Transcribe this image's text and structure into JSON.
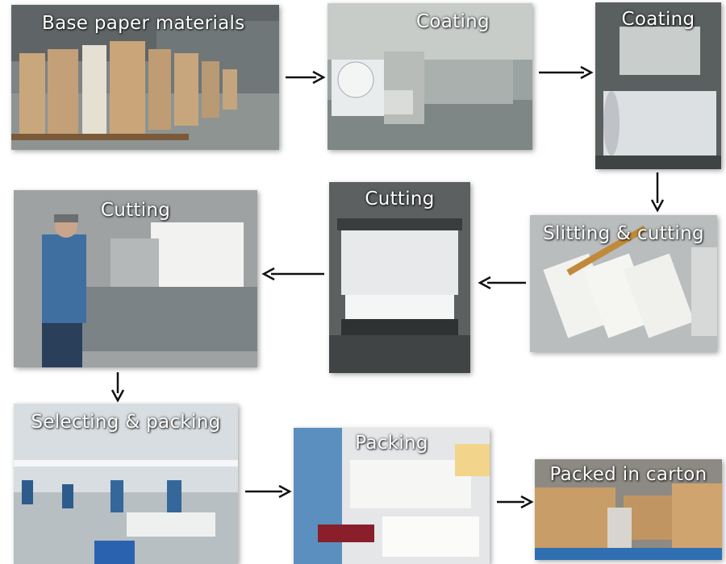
{
  "steps": [
    {
      "id": "base-paper",
      "label": "Base paper materials"
    },
    {
      "id": "coating-1",
      "label": "Coating"
    },
    {
      "id": "coating-2",
      "label": "Coating"
    },
    {
      "id": "slitting",
      "label": "Slitting & cutting"
    },
    {
      "id": "cutting-2",
      "label": "Cutting"
    },
    {
      "id": "cutting-1",
      "label": "Cutting"
    },
    {
      "id": "selecting",
      "label": "Selecting & packing"
    },
    {
      "id": "packing",
      "label": "Packing"
    },
    {
      "id": "carton",
      "label": "Packed in carton"
    }
  ],
  "colors": {
    "arrow": "#111111",
    "caption": "#ffffff"
  }
}
